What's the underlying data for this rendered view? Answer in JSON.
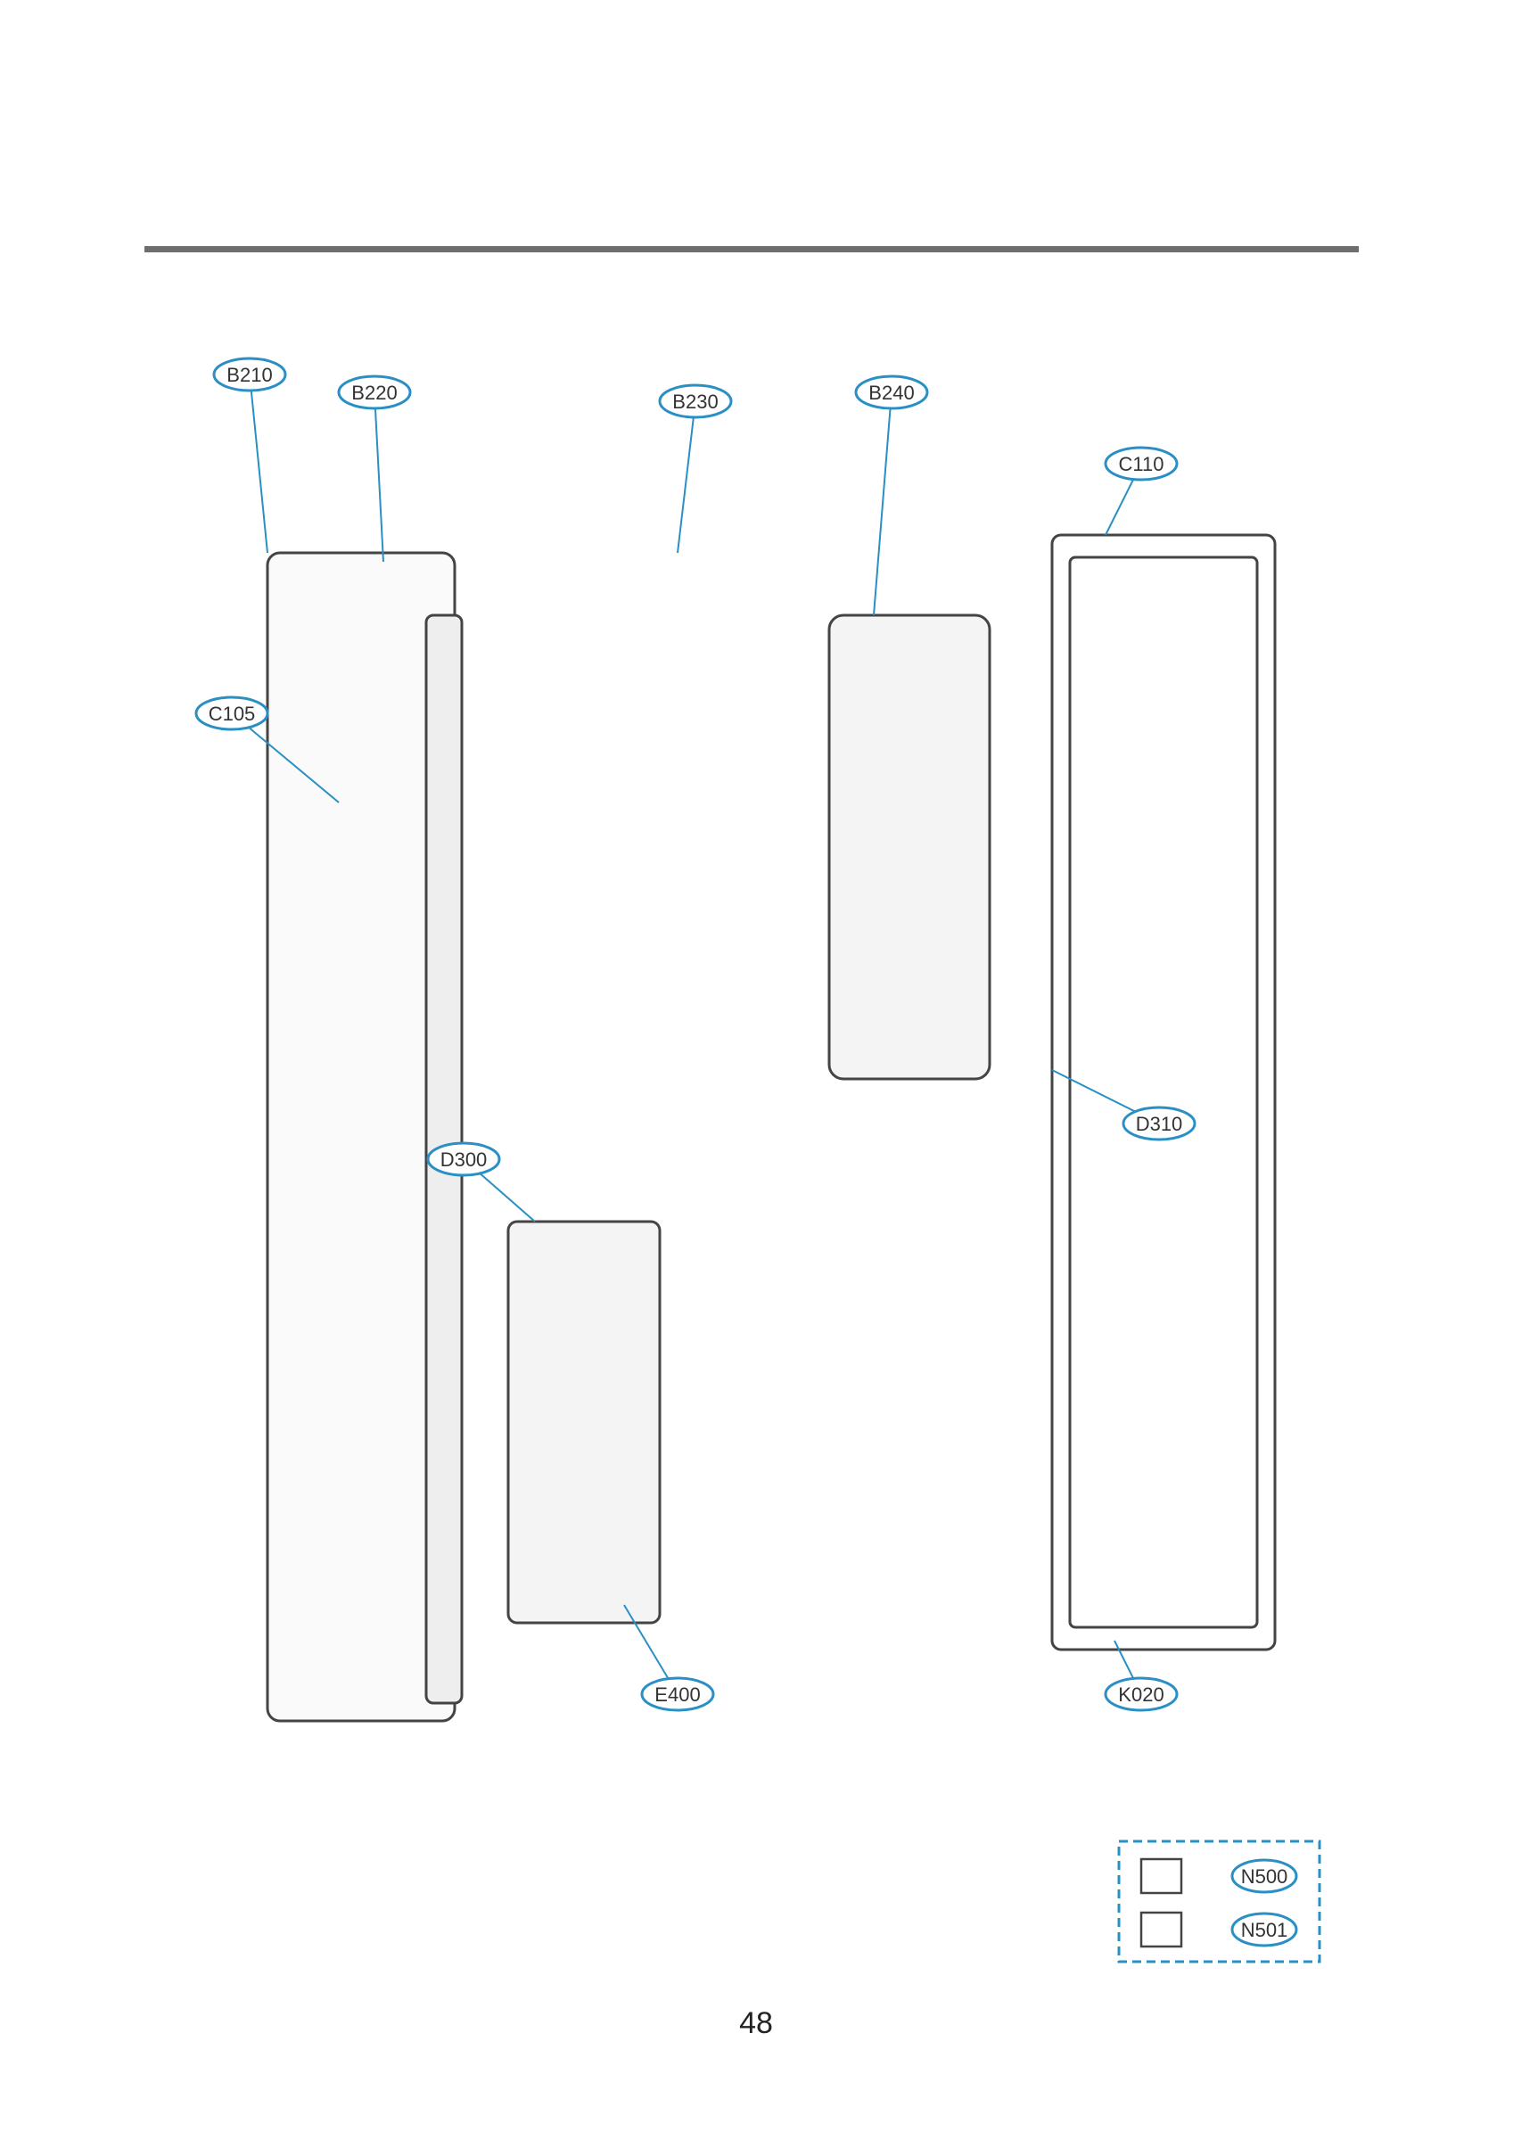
{
  "page_number": "48",
  "colors": {
    "accent": "#2a8fc4",
    "rule": "#6e6e6e",
    "line": "#444444"
  },
  "labels": [
    "B210",
    "B220",
    "B230",
    "B240",
    "C105",
    "C110",
    "D300",
    "D310",
    "E400",
    "K020"
  ],
  "kit": {
    "items": [
      "N500",
      "N501"
    ]
  }
}
